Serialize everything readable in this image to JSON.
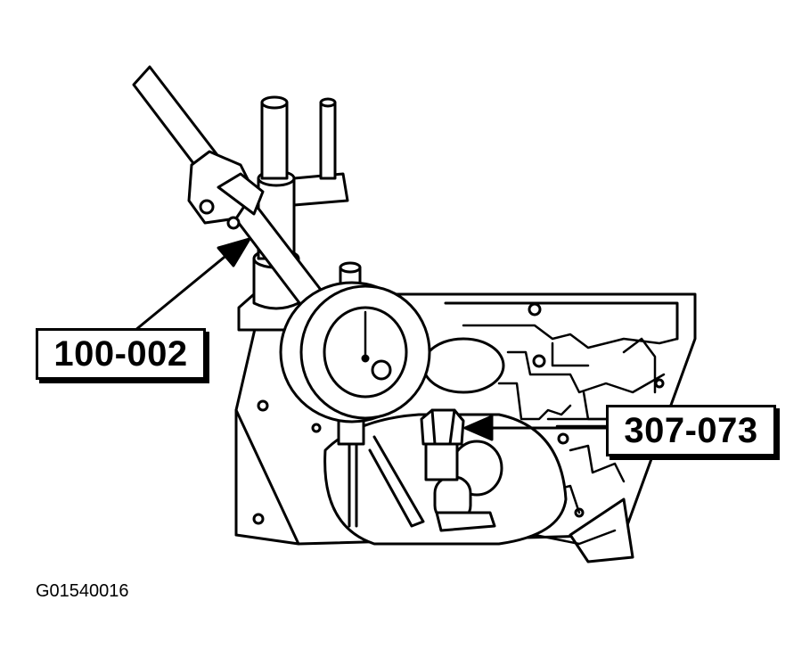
{
  "callouts": {
    "left": "100-002",
    "right": "307-073"
  },
  "figure_id": "G01540016",
  "colors": {
    "ink": "#000000",
    "paper": "#ffffff"
  }
}
